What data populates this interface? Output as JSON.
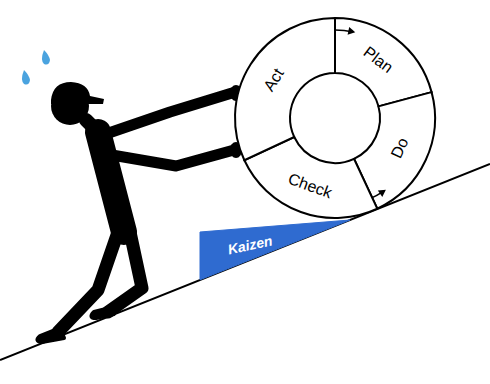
{
  "diagram": {
    "nodes": [
      {
        "text": [
          "Plan"
        ]
      },
      {
        "text": [
          "Do"
        ]
      },
      {
        "text": [
          "Check"
        ]
      },
      {
        "text": [
          "Act"
        ]
      },
      {
        "text": [
          "Kaizen"
        ]
      }
    ]
  }
}
